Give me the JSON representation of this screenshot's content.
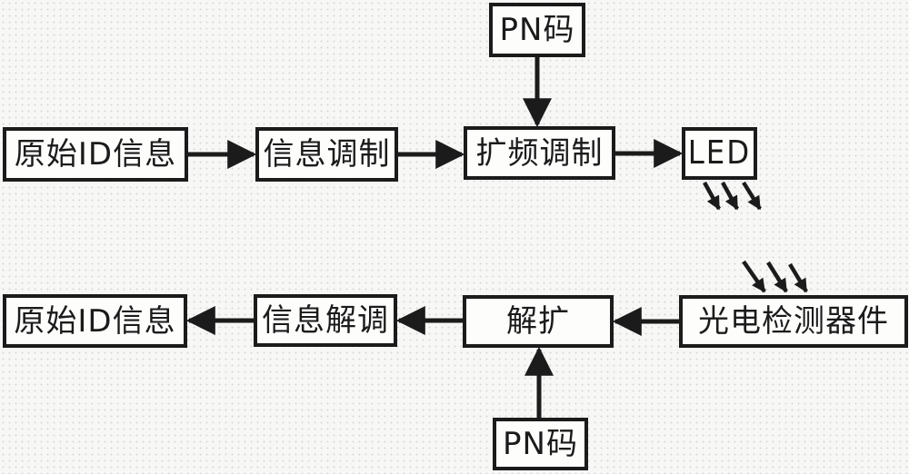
{
  "diagram": {
    "colors": {
      "line": "#1b1b1b",
      "box_fill": "#fdfdfc",
      "background": "#f7f7f6"
    },
    "nodes": {
      "original_top": {
        "label": "原始ID信息"
      },
      "info_mod": {
        "label": "信息调制"
      },
      "pn_top": {
        "label": "PN码"
      },
      "spread_mod": {
        "label": "扩频调制"
      },
      "led": {
        "label": "LED"
      },
      "detector": {
        "label": "光电检测器件"
      },
      "despread": {
        "label": "解扩"
      },
      "info_demod": {
        "label": "信息解调"
      },
      "original_bottom": {
        "label": "原始ID信息"
      },
      "pn_bottom": {
        "label": "PN码"
      }
    },
    "flows": {
      "top_row": [
        "原始ID信息",
        "信息调制",
        "扩频调制",
        "LED"
      ],
      "bottom_row": [
        "光电检测器件",
        "解扩",
        "信息解调",
        "原始ID信息"
      ],
      "pn_top_feeds": "扩频调制",
      "pn_bottom_feeds": "解扩",
      "optical_link": "LED → 光电检测器件"
    }
  }
}
